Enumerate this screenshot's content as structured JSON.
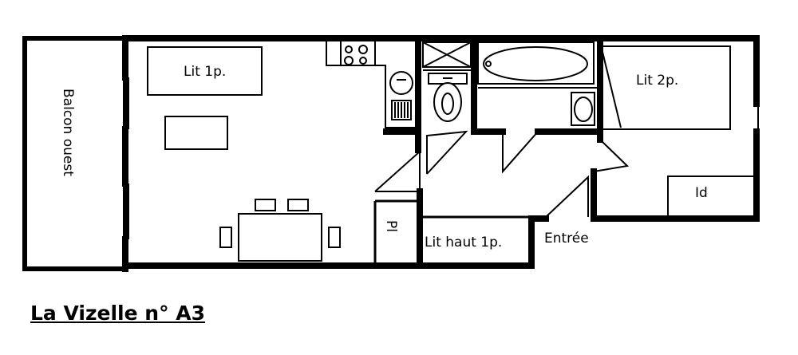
{
  "plan": {
    "title": "La Vizelle n° A3",
    "labels": {
      "balcony": "Balcon ouest",
      "bed_single": "Lit 1p.",
      "bed_double": "Lit 2p.",
      "bed_high": "Lit haut 1p.",
      "closet": "Pl",
      "entrance": "Entrée",
      "id": "Id"
    },
    "colors": {
      "wall": "#000000",
      "background": "#ffffff"
    }
  }
}
